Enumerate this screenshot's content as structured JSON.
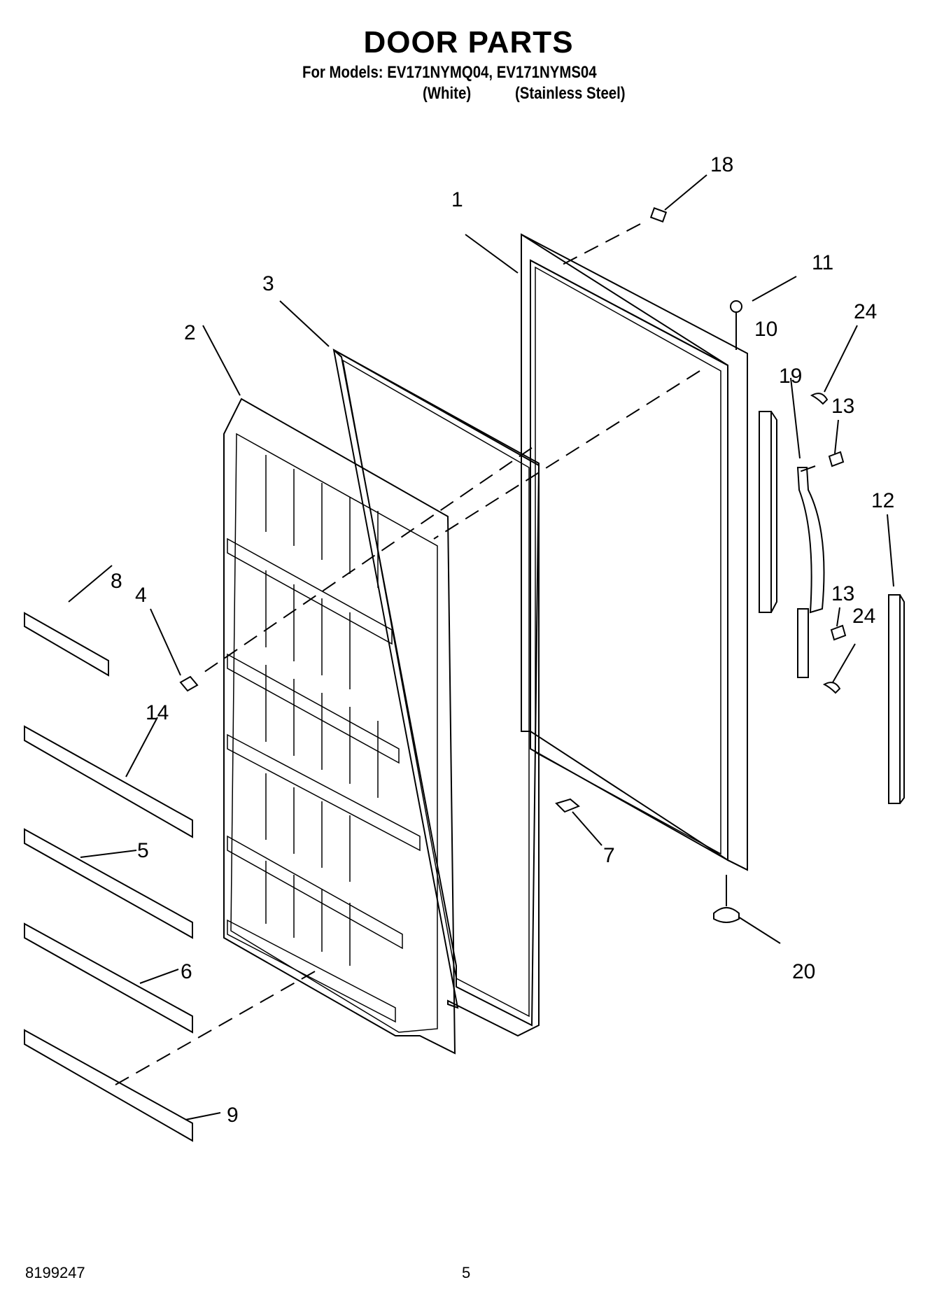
{
  "header": {
    "title": "DOOR PARTS",
    "models_line": "For Models: EV171NYMQ04, EV171NYMS04",
    "variants": [
      "(White)",
      "(Stainless Steel)"
    ]
  },
  "callouts": [
    {
      "id": "c1",
      "label": "1"
    },
    {
      "id": "c2",
      "label": "2"
    },
    {
      "id": "c3",
      "label": "3"
    },
    {
      "id": "c4",
      "label": "4"
    },
    {
      "id": "c5",
      "label": "5"
    },
    {
      "id": "c6",
      "label": "6"
    },
    {
      "id": "c7",
      "label": "7"
    },
    {
      "id": "c8",
      "label": "8"
    },
    {
      "id": "c9",
      "label": "9"
    },
    {
      "id": "c10",
      "label": "10"
    },
    {
      "id": "c11",
      "label": "11"
    },
    {
      "id": "c12",
      "label": "12"
    },
    {
      "id": "c13a",
      "label": "13"
    },
    {
      "id": "c13b",
      "label": "13"
    },
    {
      "id": "c14",
      "label": "14"
    },
    {
      "id": "c18",
      "label": "18"
    },
    {
      "id": "c19",
      "label": "19"
    },
    {
      "id": "c20",
      "label": "20"
    },
    {
      "id": "c24a",
      "label": "24"
    },
    {
      "id": "c24b",
      "label": "24"
    }
  ],
  "footer": {
    "doc_number": "8199247",
    "page_number": "5"
  }
}
